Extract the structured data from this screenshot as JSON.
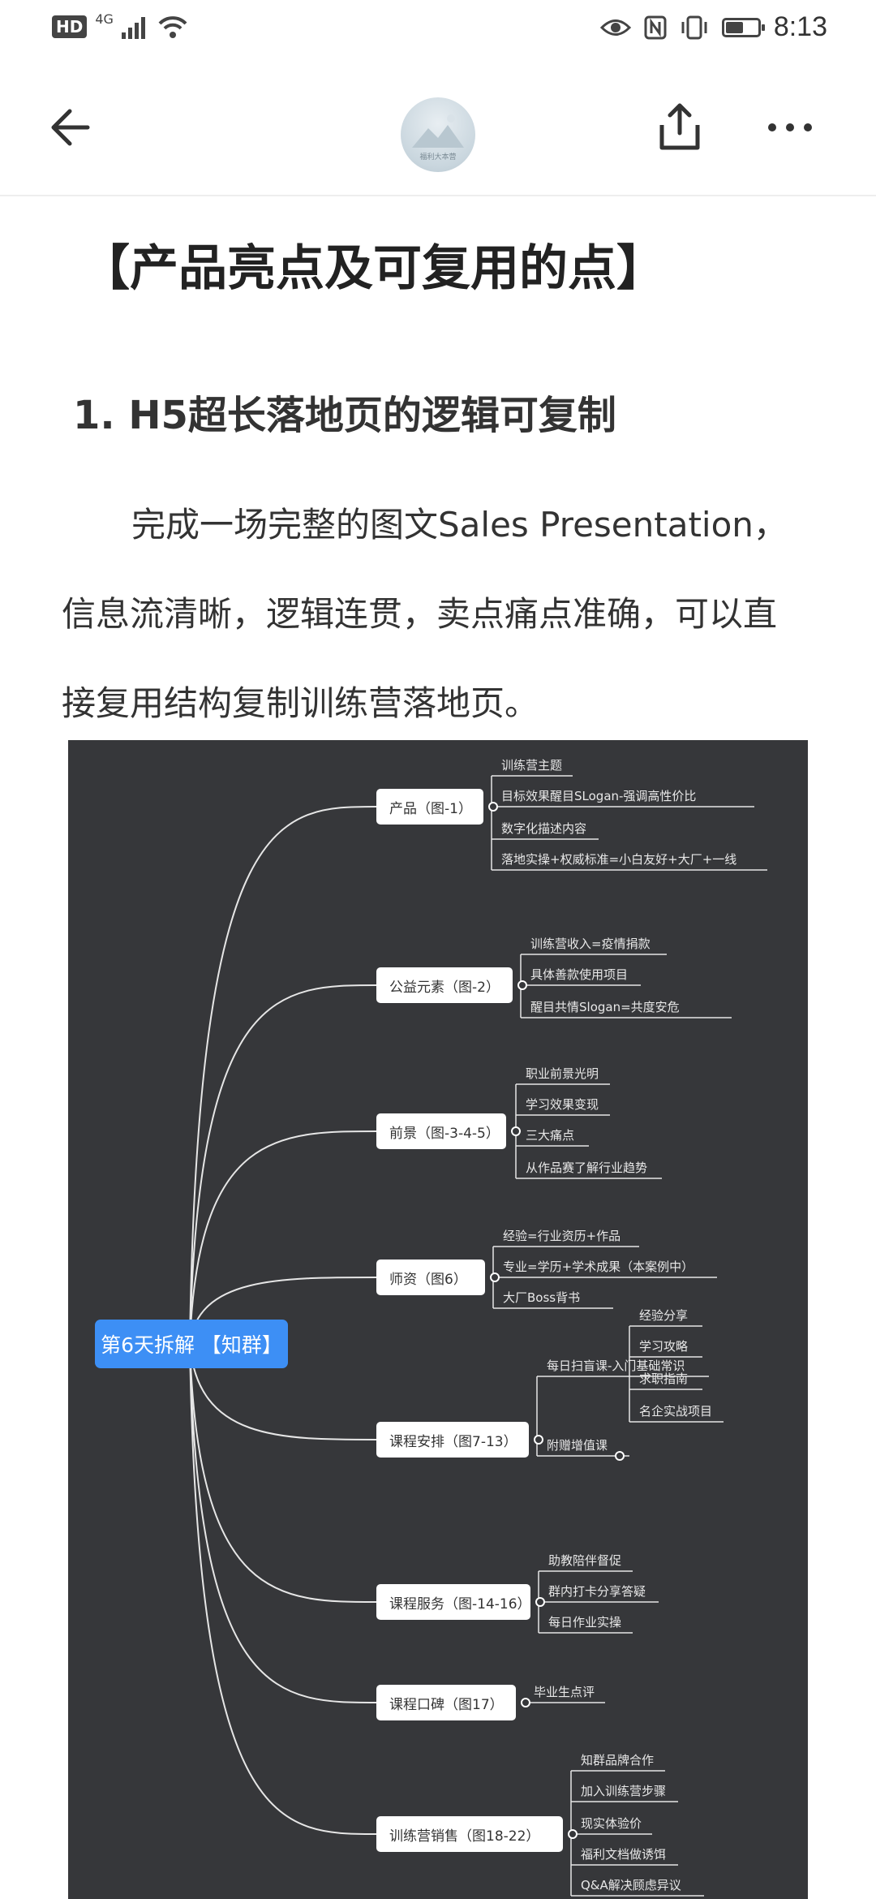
{
  "status": {
    "hd": "HD",
    "network": "4G",
    "time": "8:13",
    "battery_level": 0.55,
    "icons": [
      "signal-icon",
      "wifi-icon",
      "eye-icon",
      "nfc-icon",
      "vibrate-icon",
      "battery-icon"
    ]
  },
  "nav": {
    "back_icon": "back-arrow-icon",
    "avatar_text": "福利大本营",
    "share_icon": "share-icon",
    "more_icon": "more-icon"
  },
  "article": {
    "title": "【产品亮点及可复用的点】",
    "heading": "1. H5超长落地页的逻辑可复制",
    "paragraph_lines": [
      "完成一场完整的图文Sales Presentation，",
      "信息流清晰，逻辑连贯，卖点痛点准确，可以直",
      "接复用结构复制训练营落地页。"
    ]
  },
  "mindmap": {
    "root": "第6天拆解 【知群】",
    "branches": [
      {
        "label": "产品（图-1）",
        "leaves": [
          "训练营主题",
          "目标效果醒目SLogan-强调高性价比",
          "数字化描述内容",
          "落地实操+权威标准=小白友好+大厂+一线"
        ]
      },
      {
        "label": "公益元素（图-2）",
        "leaves": [
          "训练营收入=疫情捐款",
          "具体善款使用项目",
          "醒目共情Slogan=共度安危"
        ]
      },
      {
        "label": "前景（图-3-4-5）",
        "leaves": [
          "职业前景光明",
          "学习效果变现",
          "三大痛点",
          "从作品赛了解行业趋势"
        ]
      },
      {
        "label": "师资（图6）",
        "leaves": [
          "经验=行业资历+作品",
          "专业=学历+学术成果（本案例中）",
          "大厂Boss背书"
        ]
      },
      {
        "label": "课程安排（图7-13）",
        "leaves": [
          "每日扫盲课-入门基础常识",
          "附赠增值课"
        ],
        "subleaves": [
          "经验分享",
          "学习攻略",
          "求职指南",
          "名企实战项目"
        ]
      },
      {
        "label": "课程服务（图-14-16）",
        "leaves": [
          "助教陪伴督促",
          "群内打卡分享答疑",
          "每日作业实操"
        ]
      },
      {
        "label": "课程口碑（图17）",
        "leaves": [
          "毕业生点评"
        ]
      },
      {
        "label": "训练营销售（图18-22）",
        "leaves": [
          "知群品牌合作",
          "加入训练营步骤",
          "现实体验价",
          "福利文档做诱饵",
          "Q&A解决顾虑异议"
        ]
      }
    ]
  }
}
